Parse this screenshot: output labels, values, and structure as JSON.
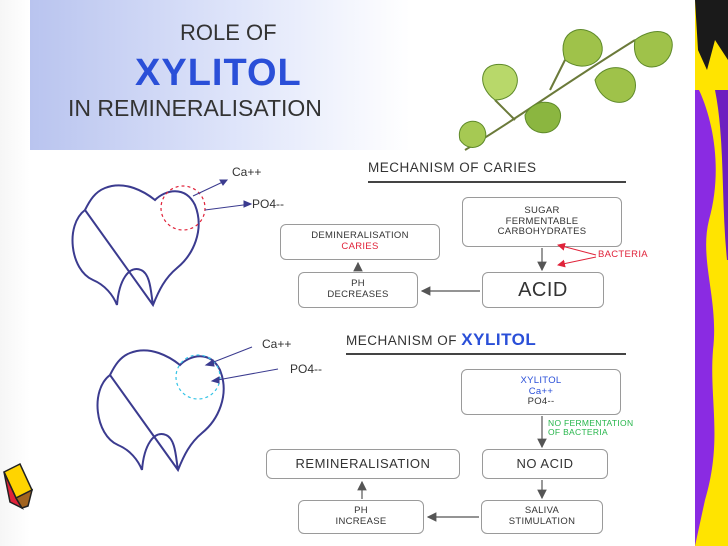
{
  "title": {
    "line1": "ROLE OF",
    "line2": "XYLITOL",
    "line3": "IN REMINERALISATION"
  },
  "caries": {
    "heading_prefix": "MECHANISM OF CARIES",
    "ions": {
      "ca": "Ca++",
      "po4": "PO4--"
    },
    "sugar_box": [
      "SUGAR",
      "FERMENTABLE",
      "CARBOHYDRATES"
    ],
    "bacteria_label": "BACTERIA",
    "demin_box": {
      "line1": "DEMINERALISATION",
      "line2": "CARIES"
    },
    "ph_box": [
      "PH",
      "DECREASES"
    ],
    "acid_box": "ACID"
  },
  "xylitol": {
    "heading_prefix": "MECHANISM OF",
    "heading_highlight": "XYLITOL",
    "ions": {
      "ca": "Ca++",
      "po4": "PO4--"
    },
    "xylitol_box": {
      "line1": "XYLITOL",
      "line2": "Ca++",
      "line3": "PO4--"
    },
    "no_fermentation": [
      "NO FERMENTATION",
      "OF BACTERIA"
    ],
    "no_acid_box": "NO ACID",
    "remin_box": "REMINERALISATION",
    "ph_box": [
      "PH",
      "INCREASE"
    ],
    "saliva_box": [
      "SALIVA",
      "STIMULATION"
    ]
  },
  "colors": {
    "accent_blue": "#2a4fd8",
    "caries_red": "#e0233a",
    "xylitol_cyan": "#35c4e6",
    "label_green": "#26b64b",
    "deco_purple": "#8a2be2",
    "deco_yellow": "#ffe400"
  },
  "icons": [
    "tooth-icon",
    "leaf-icon",
    "pencil-icon",
    "arrow-icon"
  ]
}
